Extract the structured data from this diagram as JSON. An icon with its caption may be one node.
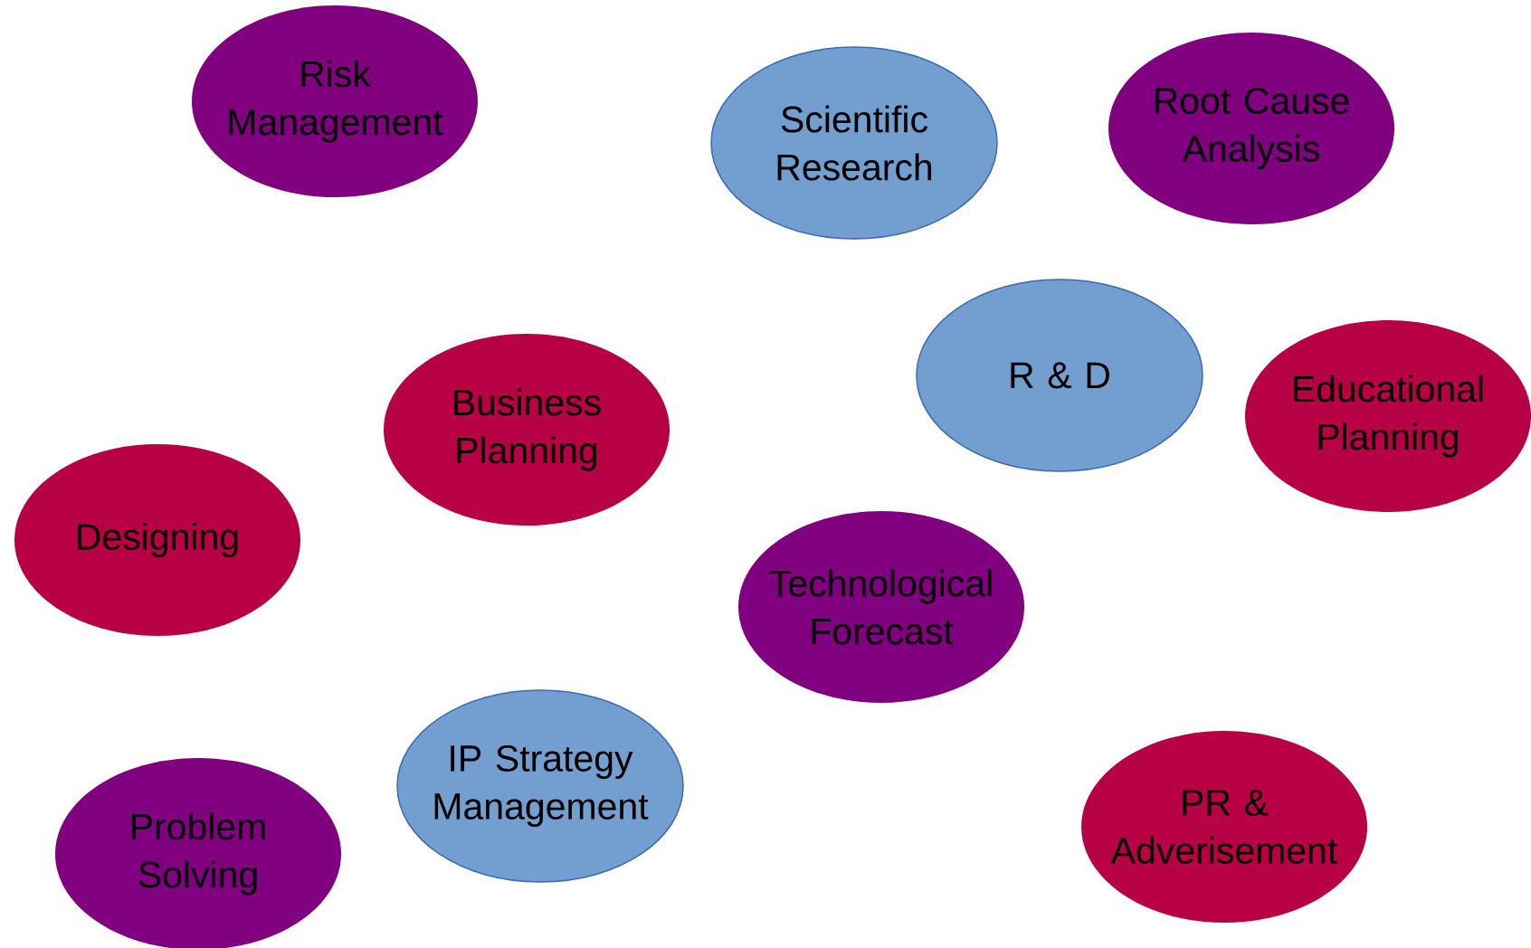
{
  "diagram": {
    "nodes": [
      {
        "text": [
          "Risk Management"
        ]
      },
      {
        "text": [
          "Root Cause Analysis"
        ]
      },
      {
        "text": [
          "Scientific Research"
        ]
      },
      {
        "text": [
          "R & D"
        ]
      },
      {
        "text": [
          "Educational Planning"
        ]
      },
      {
        "text": [
          "Business Planning"
        ]
      },
      {
        "text": [
          "Designing"
        ]
      },
      {
        "text": [
          "Technological Forecast"
        ]
      },
      {
        "text": [
          "IP Strategy Management"
        ]
      },
      {
        "text": [
          "PR & Adverisement"
        ]
      },
      {
        "text": [
          "Problem Solving"
        ]
      }
    ]
  }
}
